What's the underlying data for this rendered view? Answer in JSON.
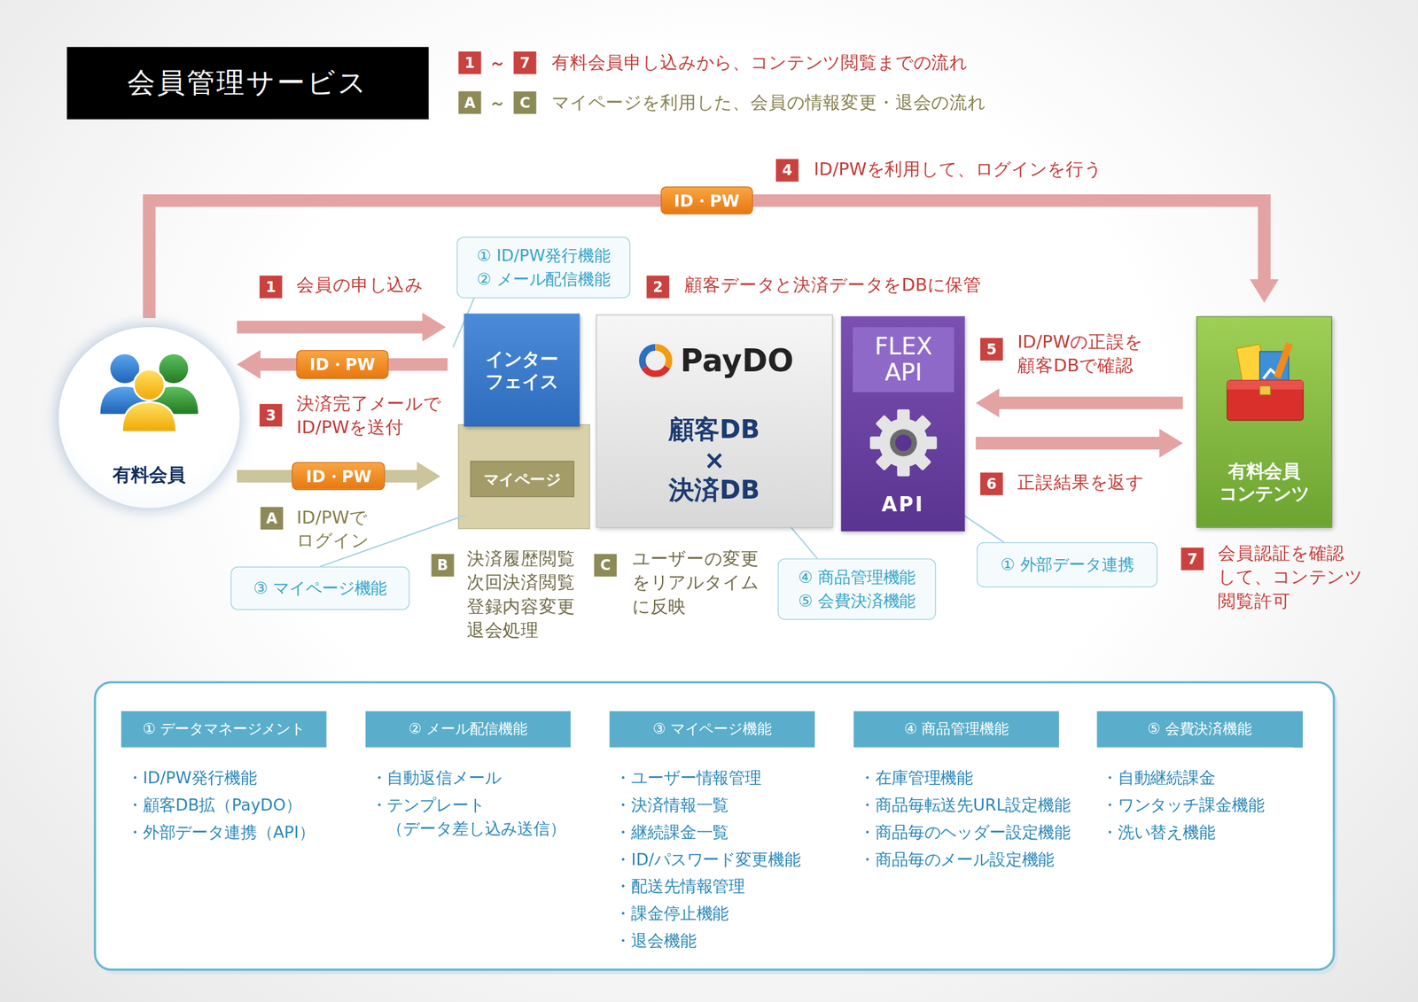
{
  "diagram": {
    "title": "会員管理サービス",
    "nodes": [
      {
        "text": [
          "有料会員"
        ]
      },
      {
        "text": [
          "インター フェイス"
        ]
      },
      {
        "text": [
          "マイページ"
        ]
      },
      {
        "text": [
          "PayDO",
          "顧客DB × 決済DB"
        ]
      },
      {
        "text": [
          "API"
        ]
      },
      {
        "text": [
          "FLEX API"
        ],
        "in": 4
      },
      {
        "text": [
          "有料会員 コンテンツ"
        ]
      },
      {
        "text": [
          "① ID/PW発行機能",
          "② メール配信機能"
        ]
      },
      {
        "text": [
          "③ マイページ機能"
        ]
      },
      {
        "text": [
          "④ 商品管理機能",
          "⑤ 会費決済機能"
        ]
      },
      {
        "text": [
          "① 外部データ連携"
        ]
      },
      {
        "text": [
          "① データマネージメント"
        ]
      },
      {
        "text": [
          "② メール配信機能"
        ]
      },
      {
        "text": [
          "③ マイページ機能"
        ]
      },
      {
        "text": [
          "④ 商品管理機能"
        ]
      },
      {
        "text": [
          "⑤ 会費決済機能"
        ]
      }
    ],
    "edges": [
      {
        "from": 0,
        "to": 1,
        "arrow": "to"
      },
      {
        "from": 1,
        "to": 0,
        "label": "ID・PW",
        "arrow": "to"
      },
      {
        "from": 0,
        "to": 2,
        "label": "ID・PW",
        "arrow": "to"
      },
      {
        "from": 0,
        "to": 6,
        "label": "ID・PW",
        "arrow": "to"
      },
      {
        "from": 6,
        "to": 4,
        "arrow": "to"
      },
      {
        "from": 4,
        "to": 6,
        "arrow": "to"
      },
      {
        "from": 7,
        "to": 1,
        "arrow": "none"
      },
      {
        "from": 8,
        "to": 2,
        "arrow": "none"
      },
      {
        "from": 9,
        "to": 3,
        "arrow": "none"
      },
      {
        "from": 10,
        "to": 4,
        "arrow": "none"
      }
    ],
    "labels": [
      "1",
      "～",
      "7",
      "有料会員申し込みから、コンテンツ閲覧までの流れ",
      "A",
      "～",
      "C",
      "マイページを利用した、会員の情報変更・退会の流れ",
      "4",
      "ID/PWを利用して、ログインを行う",
      "1",
      "会員の申し込み",
      "2",
      "顧客データと決済データをDBに保管",
      "3",
      "決済完了メールで ID/PWを送付",
      "5",
      "ID/PWの正誤を 顧客DBで確認",
      "6",
      "正誤結果を返す",
      "A",
      "ID/PWで ログイン",
      "B",
      "決済履歴閲覧 次回決済閲覧 登録内容変更 退会処理",
      "C",
      "ユーザーの変更 をリアルタイム に反映",
      "7",
      "会員認証を確認 して、コンテンツ 閲覧許可",
      "・ID/PW発行機能",
      "・顧客DB拡（PayDO）",
      "・外部データ連携（API）",
      "・自動返信メール",
      "・テンプレート （データ差し込み送信）",
      "・ユーザー情報管理",
      "・決済情報一覧",
      "・継続課金一覧",
      "・ID/パスワード変更機能",
      "・配送先情報管理",
      "・課金停止機能",
      "・退会機能",
      "・在庫管理機能",
      "・商品毎転送先URL設定機能",
      "・商品毎のヘッダー設定機能",
      "・商品毎のメール設定機能",
      "・自動継続課金",
      "・ワンタッチ課金機能",
      "・洗い替え機能"
    ]
  }
}
